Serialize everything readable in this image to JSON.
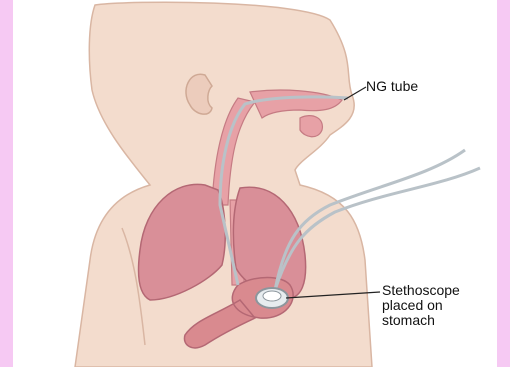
{
  "labels": {
    "ng_tube": "NG tube",
    "stethoscope_lines": [
      "Stethoscope",
      "placed on",
      "stomach"
    ]
  },
  "colors": {
    "border": "#f6c9f3",
    "skin": "#f3dccd",
    "skin_outline": "#d9b6a3",
    "lung": "#d98f98",
    "lung_outline": "#b46874",
    "airway": "#e7a1a6",
    "tube": "#b9c2c8",
    "stomach": "#d98a8f"
  }
}
